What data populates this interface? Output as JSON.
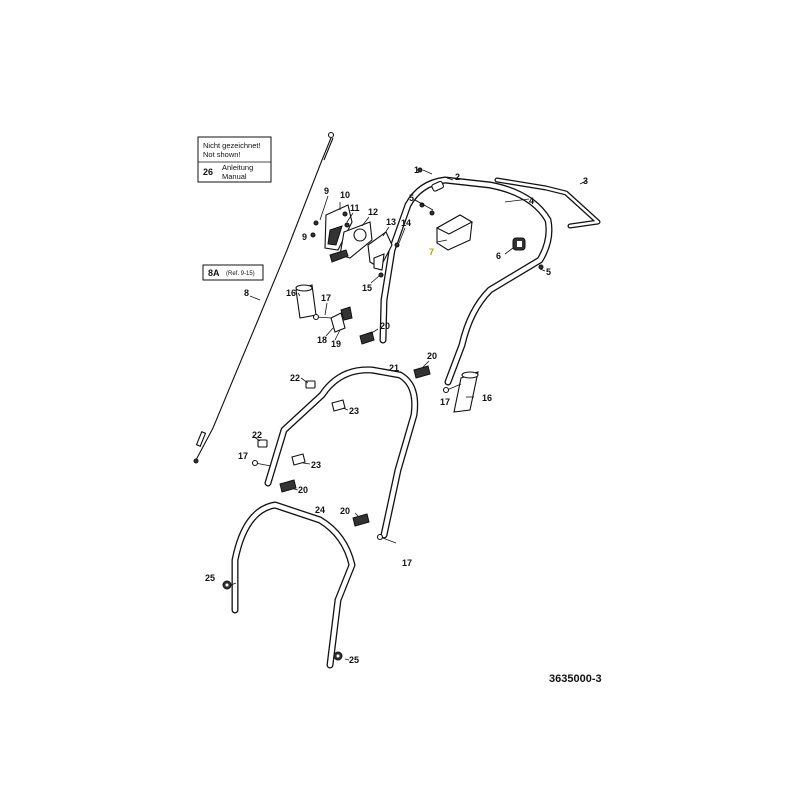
{
  "legend": {
    "line1": "Nicht gezeichnet!",
    "line2": "Not shown!",
    "item_number": "26",
    "item_label_de": "Anleitung",
    "item_label_en": "Manual"
  },
  "reference": {
    "part": "8A",
    "note": "(Ref. 9-15)"
  },
  "callouts": {
    "c1": "1",
    "c2": "2",
    "c3": "3",
    "c4": "4",
    "c5a": "5",
    "c5b": "5",
    "c6": "6",
    "c7": "7",
    "c8": "8",
    "c9a": "9",
    "c9b": "9",
    "c10": "10",
    "c11": "11",
    "c12": "12",
    "c13": "13",
    "c14": "14",
    "c15": "15",
    "c16a": "16",
    "c16b": "16",
    "c17a": "17",
    "c17b": "17",
    "c17c": "17",
    "c17d": "17",
    "c18": "18",
    "c19": "19",
    "c20a": "20",
    "c20b": "20",
    "c20c": "20",
    "c20d": "20",
    "c21": "21",
    "c22a": "22",
    "c22b": "22",
    "c23a": "23",
    "c23b": "23",
    "c24": "24",
    "c25a": "25",
    "c25b": "25"
  },
  "document_number": "3635000-3",
  "colors": {
    "line": "#111111",
    "highlight": "#b8a000",
    "background": "#ffffff"
  }
}
